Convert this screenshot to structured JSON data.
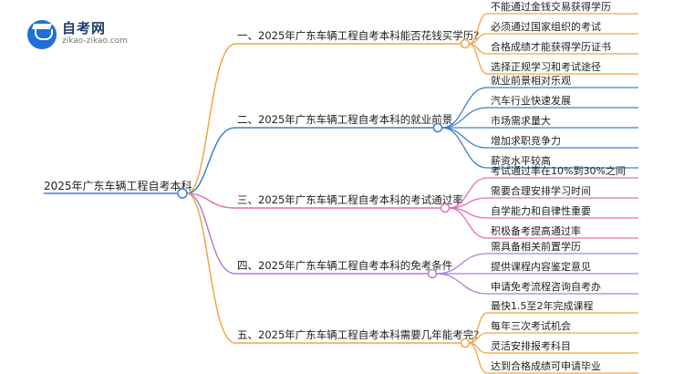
{
  "logo": {
    "name": "自考网",
    "domain": "zikao-zikao.com"
  },
  "mindmap": {
    "root": "2025年广东车辆工程自考本科",
    "branches": [
      {
        "label": "一、2025年广东车辆工程自考本科能否花钱买学历?",
        "color": "#f0a646",
        "leaves": [
          "不能通过金钱交易获得学历",
          "必须通过国家组织的考试",
          "合格成绩才能获得学历证书",
          "选择正规学习和考试途径"
        ]
      },
      {
        "label": "二、2025年广东车辆工程自考本科的就业前景",
        "color": "#3f7fd0",
        "leaves": [
          "就业前景相对乐观",
          "汽车行业快速发展",
          "市场需求量大",
          "增加求职竞争力",
          "薪资水平较高"
        ]
      },
      {
        "label": "三、2025年广东车辆工程自考本科的考试通过率",
        "color": "#e46fb0",
        "leaves": [
          "考试通过率在10%到30%之间",
          "需要合理安排学习时间",
          "自学能力和自律性重要",
          "积极备考提高通过率"
        ]
      },
      {
        "label": "四、2025年广东车辆工程自考本科的免考条件",
        "color": "#b07fd4",
        "leaves": [
          "需具备相关前置学历",
          "提供课程内容鉴定意见",
          "申请免考流程咨询自考办"
        ]
      },
      {
        "label": "五、2025年广东车辆工程自考本科需要几年能考完?",
        "color": "#f0a646",
        "leaves": [
          "最快1.5至2年完成课程",
          "每年三次考试机会",
          "灵活安排报考科目",
          "达到合格成绩可申请毕业"
        ]
      }
    ]
  }
}
